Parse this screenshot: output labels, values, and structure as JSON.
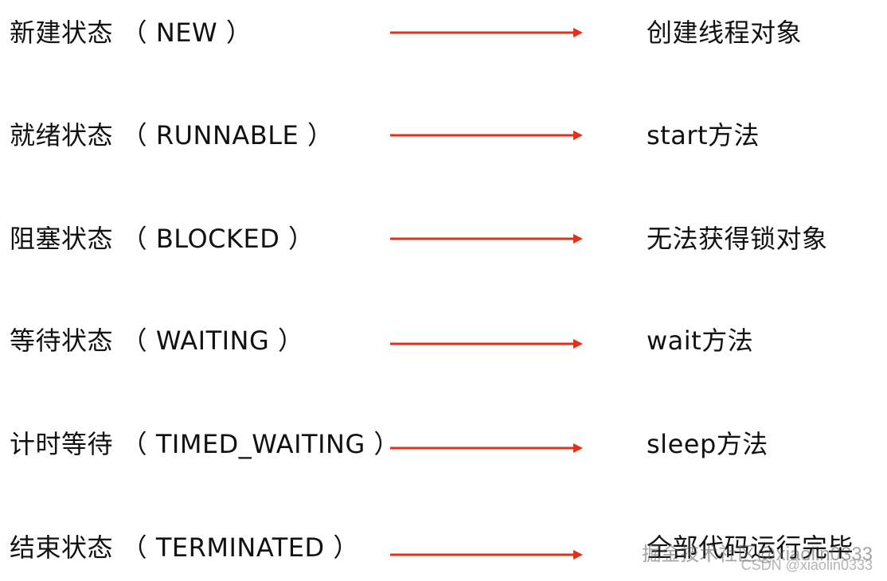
{
  "diagram": {
    "arrow_color": "#e0301e",
    "rows": [
      {
        "state": "新建状态 （ NEW ）",
        "description": "创建线程对象"
      },
      {
        "state": "就绪状态 （ RUNNABLE ）",
        "description": "start方法"
      },
      {
        "state": "阻塞状态 （ BLOCKED ）",
        "description": "无法获得锁对象"
      },
      {
        "state": "等待状态 （ WAITING ）",
        "description": "wait方法"
      },
      {
        "state": "计时等待 （ TIMED_WAITING ）",
        "description": "sleep方法"
      },
      {
        "state": "结束状态 （ TERMINATED ）",
        "description": "全部代码运行完毕"
      }
    ]
  },
  "watermarks": {
    "line1": "掘金技术社区@xiaolin0333",
    "line2": "CSDN @xiaolin0333"
  }
}
